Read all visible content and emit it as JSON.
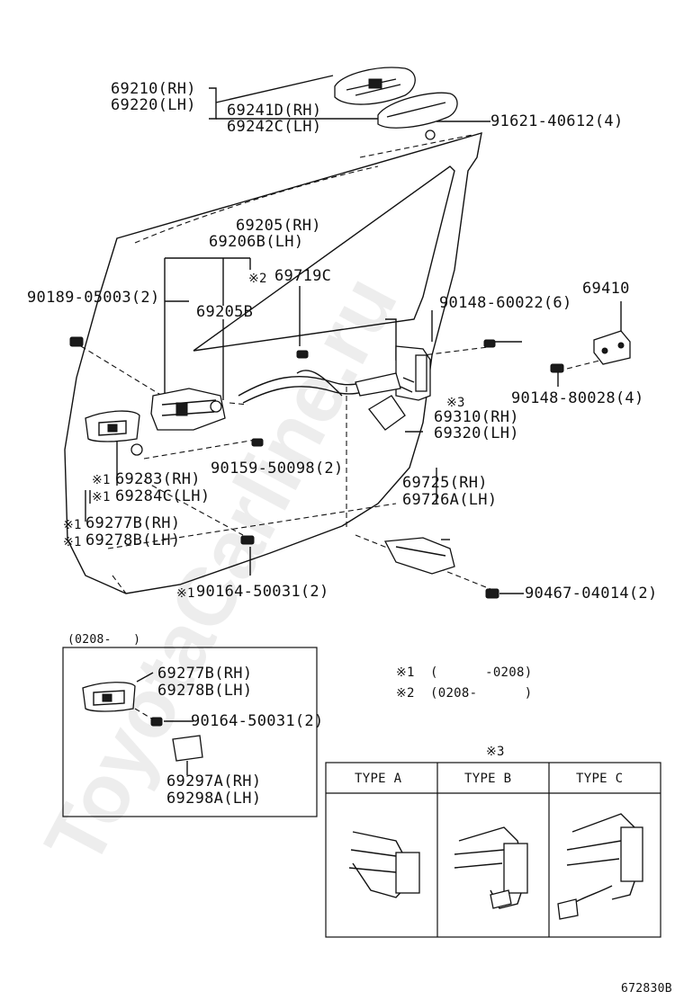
{
  "callouts": {
    "p69210": "69210(RH)",
    "p69220": "69220(LH)",
    "p69241d": "69241D(RH)",
    "p69242c": "69242C(LH)",
    "p91621": "91621-40612(4)",
    "p69205": "69205(RH)",
    "p69206b": "69206B(LH)",
    "p69719c_mark": "※2",
    "p69719c": "69719C",
    "p90189": "90189-05003(2)",
    "p69205b": "69205B",
    "p90148_60022": "90148-60022(6)",
    "p69410": "69410",
    "p90148_80028": "90148-80028(4)",
    "p69310_mark": "※3",
    "p69310": "69310(RH)",
    "p69320": "69320(LH)",
    "p69283_mark": "※1",
    "p69283": "69283(RH)",
    "p69284c_mark": "※1",
    "p69284c": "69284C(LH)",
    "p90159": "90159-50098(2)",
    "p69277b_mark": "※1",
    "p69277b": "69277B(RH)",
    "p69278b_mark": "※1",
    "p69278b": "69278B(LH)",
    "p69725": "69725(RH)",
    "p69726a": "69726A(LH)",
    "p90467": "90467-04014(2)",
    "p90164_mark": "※1",
    "p90164": "90164-50031(2)"
  },
  "inset": {
    "period": "(0208-   )",
    "p69277b": "69277B(RH)",
    "p69278b": "69278B(LH)",
    "p90164": "90164-50031(2)",
    "p69297a": "69297A(RH)",
    "p69298a": "69298A(LH)"
  },
  "legend": {
    "note1_mark": "※1",
    "note1_text": "(      -0208)",
    "note2_mark": "※2",
    "note2_text": "(0208-      )"
  },
  "type_table": {
    "mark": "※3",
    "headers": [
      "TYPE A",
      "TYPE B",
      "TYPE C"
    ]
  },
  "figure_code": "672830B",
  "watermark": "ToyotaCarline.ru",
  "colors": {
    "ink": "#111111",
    "background": "#ffffff"
  }
}
